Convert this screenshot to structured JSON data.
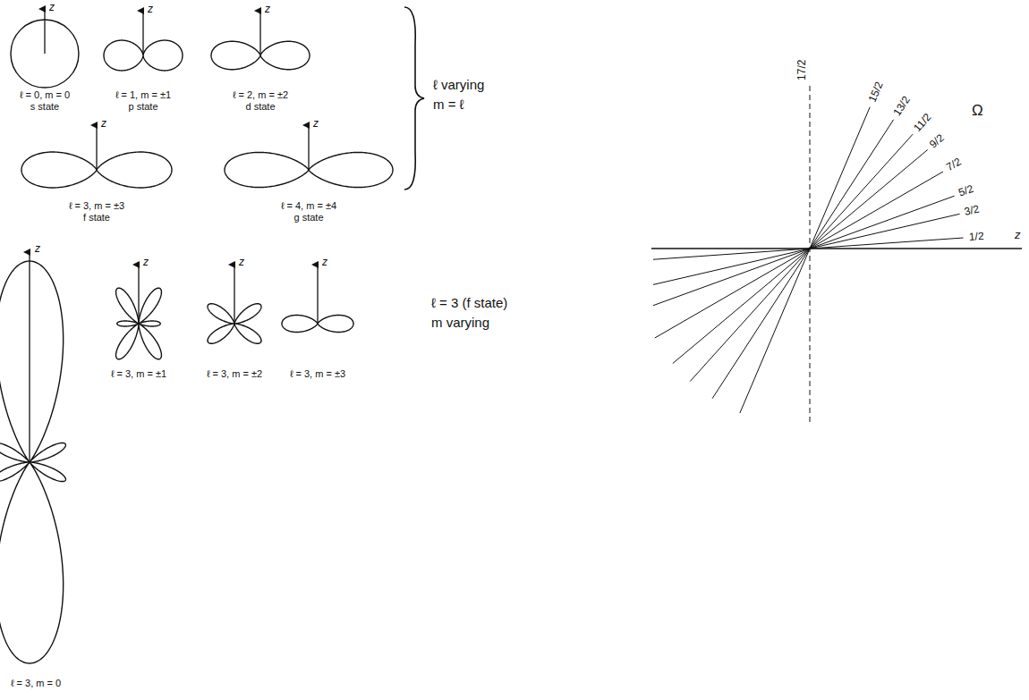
{
  "diagram": {
    "labels": [
      "z",
      "ℓ = 0, m = 0",
      "s state",
      "z",
      "ℓ = 1, m = ±1",
      "p state",
      "z",
      "ℓ = 2, m = ±2",
      "d state",
      "ℓ varying",
      "m = ℓ",
      "z",
      "ℓ = 3, m = ±3",
      "f state",
      "z",
      "ℓ = 4, m = ±4",
      "g state",
      "17/2",
      "15/2",
      "13/2",
      "11/2",
      "9/2",
      "7/2",
      "5/2",
      "3/2",
      "1/2",
      "Ω",
      "z",
      "z",
      "z",
      "z",
      "z",
      "ℓ = 3 (f state)",
      "m varying",
      "ℓ = 3, m = ±1",
      "ℓ = 3, m = ±2",
      "ℓ = 3, m = ±3",
      "ℓ = 3, m = 0"
    ]
  }
}
